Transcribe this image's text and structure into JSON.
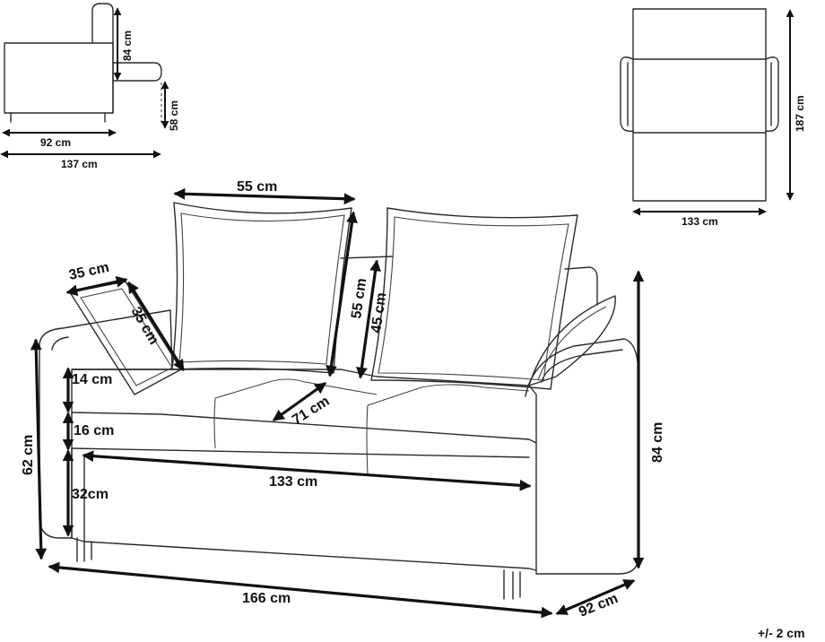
{
  "side_view": {
    "backrest_height": "84 cm",
    "seat_depth": "92 cm",
    "bed_length": "137 cm",
    "seat_height": "58 cm"
  },
  "top_view": {
    "bed_width": "133 cm",
    "bed_length": "187 cm"
  },
  "main_view": {
    "back_cushion_width": "55 cm",
    "back_cushion_height": "55 cm",
    "backrest_height": "45 cm",
    "small_cushion_width": "35 cm",
    "small_cushion_height": "35 cm",
    "seat_depth": "71 cm",
    "cushion_thickness": "14 cm",
    "seat_cushion": "16 cm",
    "seat_base": "32cm",
    "armrest_height": "62 cm",
    "seat_width": "133 cm",
    "total_width": "166 cm",
    "total_depth": "92 cm",
    "total_height": "84 cm"
  },
  "tolerance": "+/- 2 cm"
}
